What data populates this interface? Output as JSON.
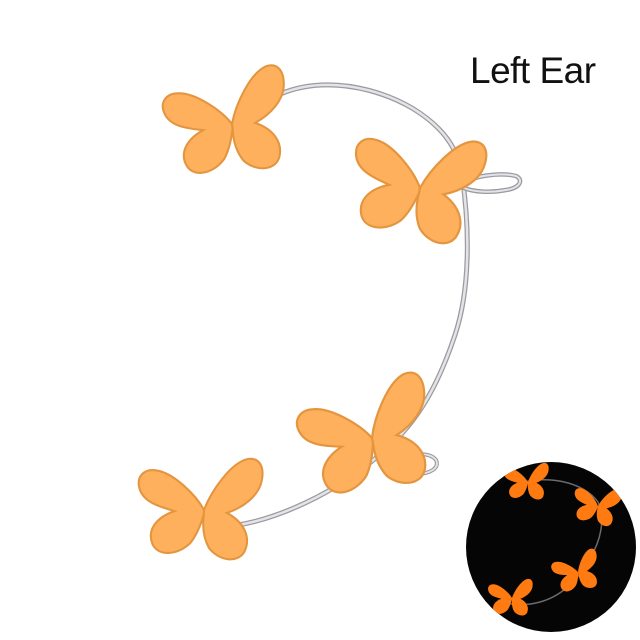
{
  "label": {
    "text": "Left Ear"
  },
  "colors": {
    "background": "#ffffff",
    "butterfly": "#ffb05c",
    "butterfly_edge": "#e89a4a",
    "wire": "#c8c8cc",
    "wire_dark": "#8f8f96",
    "glow_background": "#050505",
    "glow_butterfly": "#ff7a10"
  },
  "product": {
    "name": "butterfly-ear-cuff",
    "side": "left",
    "butterfly_count": 4
  }
}
